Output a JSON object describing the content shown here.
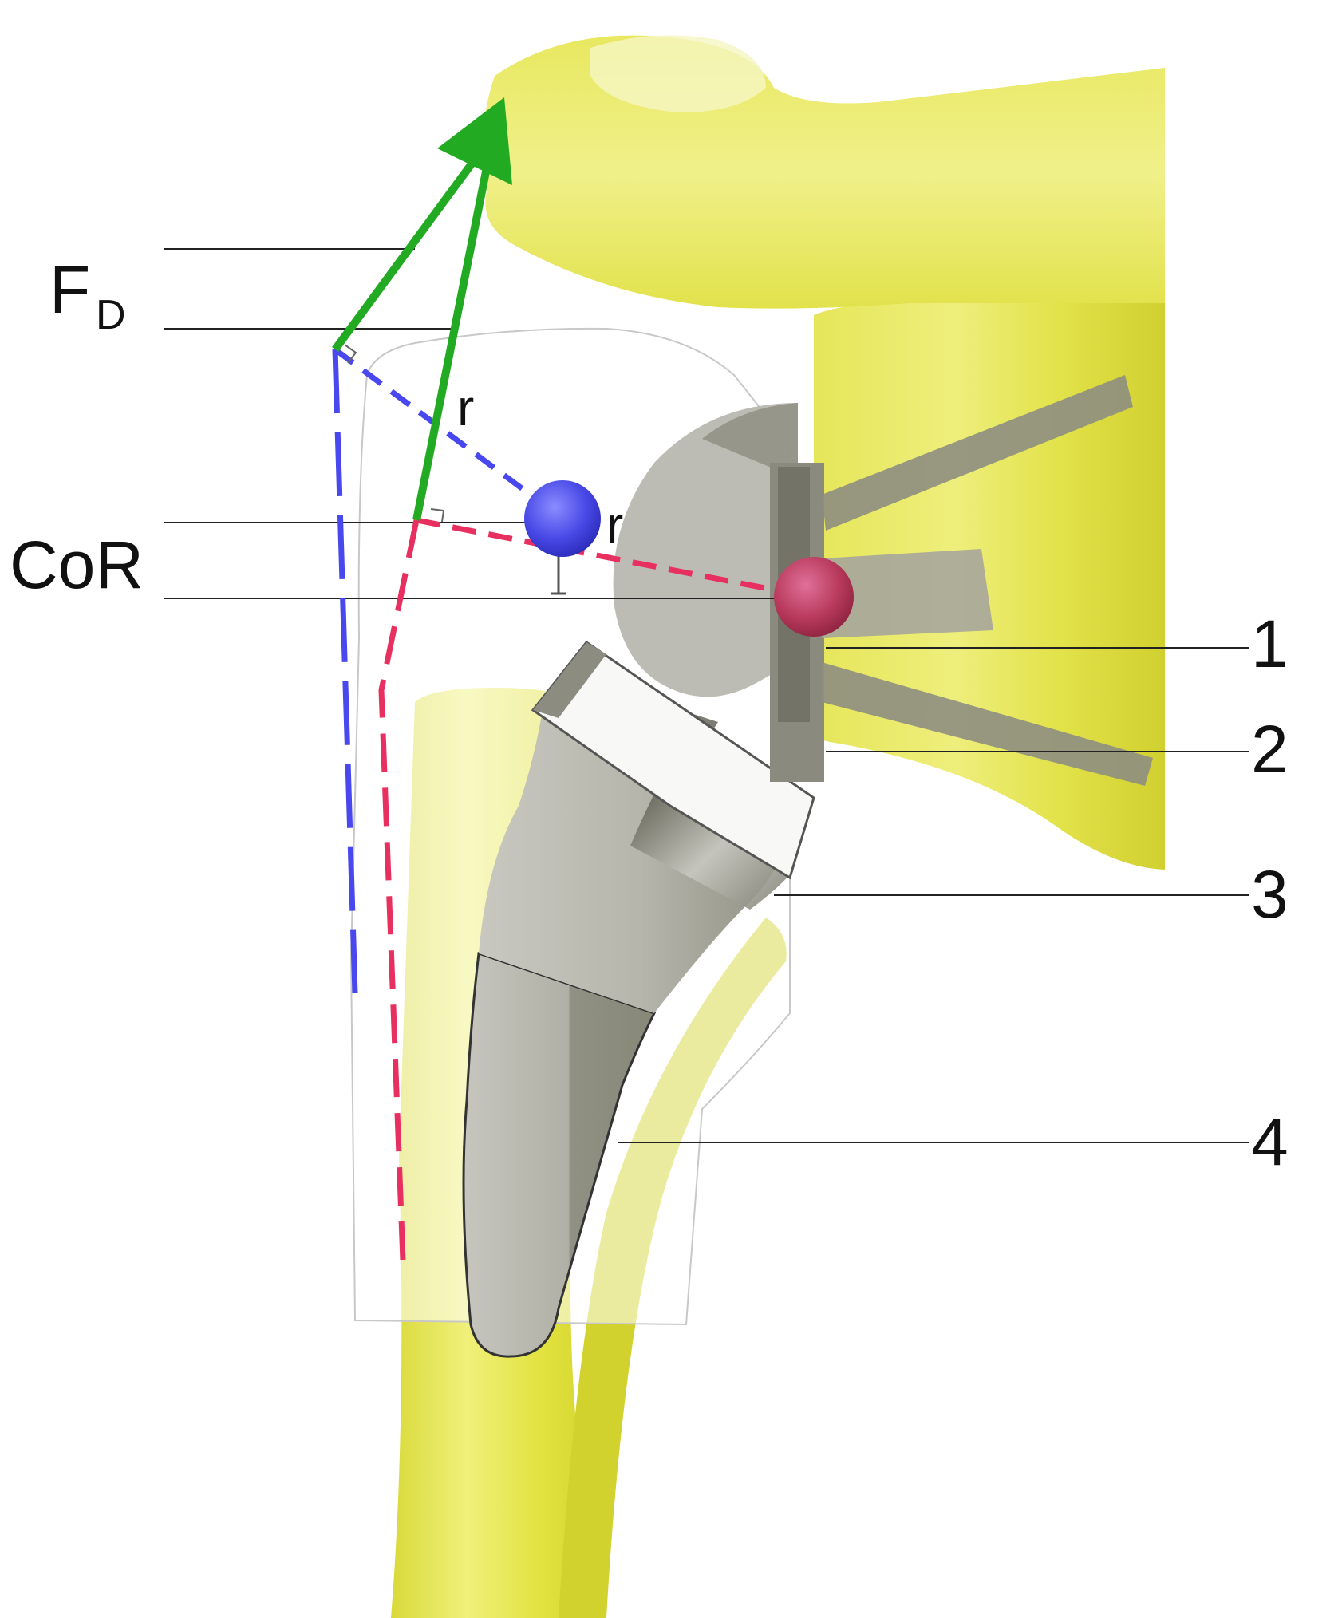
{
  "labels": {
    "force": "F",
    "force_sub": "D",
    "cor": "CoR",
    "lever_arm_upper": "r",
    "lever_arm_lower": "r",
    "part1": "1",
    "part2": "2",
    "part3": "3",
    "part4": "4"
  },
  "colors": {
    "bone": "#e6e650",
    "bone_light": "#f2f29a",
    "implant": "#a9a9a0",
    "implant_dark": "#6e6e62",
    "liner": "#f5f5f5",
    "force_vector": "#22aa22",
    "original_cor": "#4444ee",
    "reversed_cor": "#cc2255",
    "outline_deltoid": "#cccccc"
  }
}
